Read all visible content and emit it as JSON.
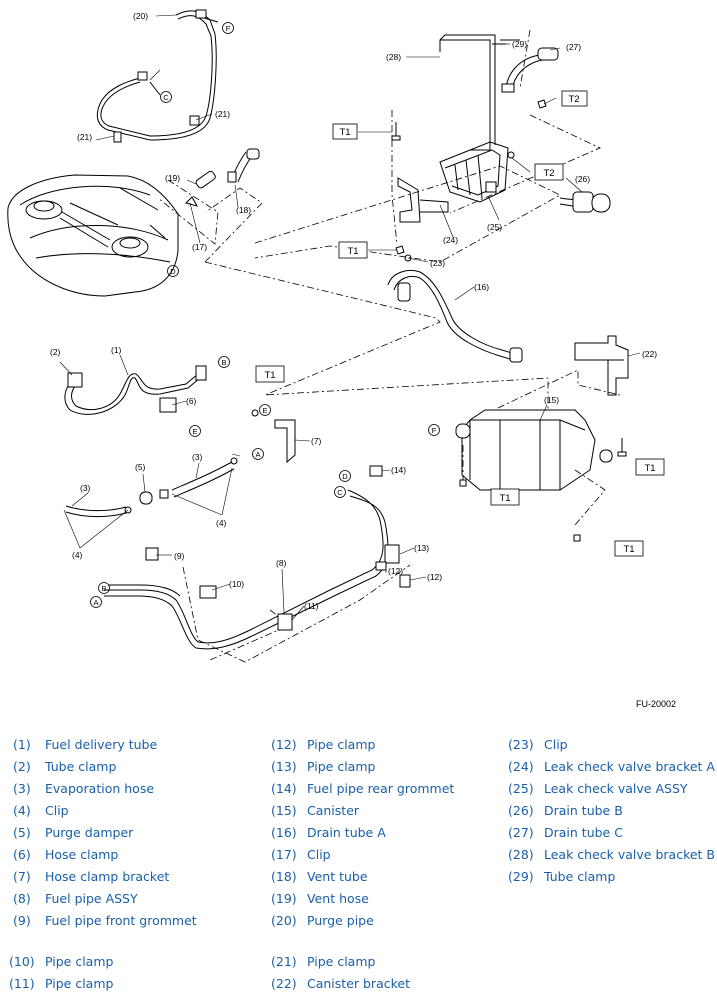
{
  "figure_id": "FU-20002",
  "torque_codes": {
    "t1": "T1",
    "t2": "T2"
  },
  "connectors": {
    "a": "A",
    "b": "B",
    "c": "C",
    "d": "D",
    "e": "E",
    "f": "F"
  },
  "callouts": {
    "c1": "(1)",
    "c2": "(2)",
    "c3": "(3)",
    "c4": "(4)",
    "c5": "(5)",
    "c6": "(6)",
    "c7": "(7)",
    "c8": "(8)",
    "c9": "(9)",
    "c10": "(10)",
    "c11": "(11)",
    "c12": "(12)",
    "c13": "(13)",
    "c14": "(14)",
    "c15": "(15)",
    "c16": "(16)",
    "c17": "(17)",
    "c18": "(18)",
    "c19": "(19)",
    "c20": "(20)",
    "c21": "(21)",
    "c22": "(22)",
    "c23": "(23)",
    "c24": "(24)",
    "c25": "(25)",
    "c26": "(26)",
    "c27": "(27)",
    "c28": "(28)",
    "c29": "(29)"
  },
  "legend": [
    {
      "num": "(1)",
      "label": "Fuel delivery tube"
    },
    {
      "num": "(2)",
      "label": "Tube clamp"
    },
    {
      "num": "(3)",
      "label": "Evaporation hose"
    },
    {
      "num": "(4)",
      "label": "Clip"
    },
    {
      "num": "(5)",
      "label": "Purge damper"
    },
    {
      "num": "(6)",
      "label": "Hose clamp"
    },
    {
      "num": "(7)",
      "label": "Hose clamp bracket"
    },
    {
      "num": "(8)",
      "label": "Fuel pipe ASSY"
    },
    {
      "num": "(9)",
      "label": "Fuel pipe front grommet"
    },
    {
      "num": "(10)",
      "label": "Pipe clamp"
    },
    {
      "num": "(11)",
      "label": "Pipe clamp"
    },
    {
      "num": "(12)",
      "label": "Pipe clamp"
    },
    {
      "num": "(13)",
      "label": "Pipe clamp"
    },
    {
      "num": "(14)",
      "label": "Fuel pipe rear grommet"
    },
    {
      "num": "(15)",
      "label": "Canister"
    },
    {
      "num": "(16)",
      "label": "Drain tube A"
    },
    {
      "num": "(17)",
      "label": "Clip"
    },
    {
      "num": "(18)",
      "label": "Vent tube"
    },
    {
      "num": "(19)",
      "label": "Vent hose"
    },
    {
      "num": "(20)",
      "label": "Purge pipe"
    },
    {
      "num": "(21)",
      "label": "Pipe clamp"
    },
    {
      "num": "(22)",
      "label": "Canister bracket"
    },
    {
      "num": "(23)",
      "label": "Clip"
    },
    {
      "num": "(24)",
      "label": "Leak check valve bracket A"
    },
    {
      "num": "(25)",
      "label": "Leak check valve ASSY"
    },
    {
      "num": "(26)",
      "label": "Drain tube B"
    },
    {
      "num": "(27)",
      "label": "Drain tube C"
    },
    {
      "num": "(28)",
      "label": "Leak check valve bracket B"
    },
    {
      "num": "(29)",
      "label": "Tube clamp"
    }
  ]
}
